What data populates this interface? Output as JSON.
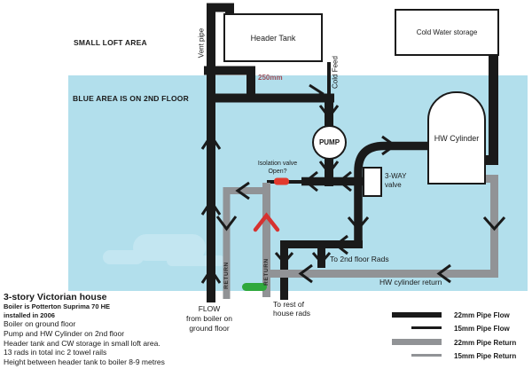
{
  "colors": {
    "blue_area": "#b2dfec",
    "watermark": "#c3e6f1",
    "pipe_flow_black": "#1a1a1a",
    "pipe_return_gray": "#919396",
    "isolation_valve_red": "#e23a2e",
    "arrow_red": "#d63230",
    "green_marker": "#2fa83c",
    "dimension_maroon": "#a04e58"
  },
  "areas": {
    "small_loft": "SMALL LOFT AREA",
    "second_floor": "BLUE AREA IS ON 2ND FLOOR"
  },
  "components": {
    "header_tank": "Header Tank",
    "cold_water_storage": "Cold Water storage",
    "hw_cylinder": "HW Cylinder",
    "pump": "PUMP",
    "three_way_valve_line1": "3-WAY",
    "three_way_valve_line2": "valve",
    "vent_pipe": "Vent pipe",
    "cold_feed": "Cold Feed",
    "return_left": "RETURN",
    "return_right": "RETURN"
  },
  "annotations": {
    "dim_250mm": "250mm",
    "isolation_line1": "Isolation valve",
    "isolation_line2": "Open?",
    "to_2nd_floor_rads": "To 2nd floor Rads",
    "hw_cylinder_return": "HW cylinder return",
    "flow_line1": "FLOW",
    "flow_line2": "from boiler on",
    "flow_line3": "ground floor",
    "to_rest_line1": "To rest of",
    "to_rest_line2": "house rads"
  },
  "info": {
    "title": "3-story Victorian house",
    "bold_lines": [
      "Boiler is Potterton Suprima 70 HE",
      "installed in 2006"
    ],
    "lines": [
      "Boiler on ground floor",
      "Pump and HW Cylinder on 2nd floor",
      "Header tank and CW storage in small loft area.",
      "13 rads in total inc 2 towel rails",
      "Height between header tank to boiler 8-9 metres"
    ]
  },
  "legend": {
    "items": [
      {
        "label": "22mm Pipe Flow"
      },
      {
        "label": "15mm Pipe Flow"
      },
      {
        "label": "22mm Pipe Return"
      },
      {
        "label": "15mm Pipe Return"
      }
    ]
  }
}
